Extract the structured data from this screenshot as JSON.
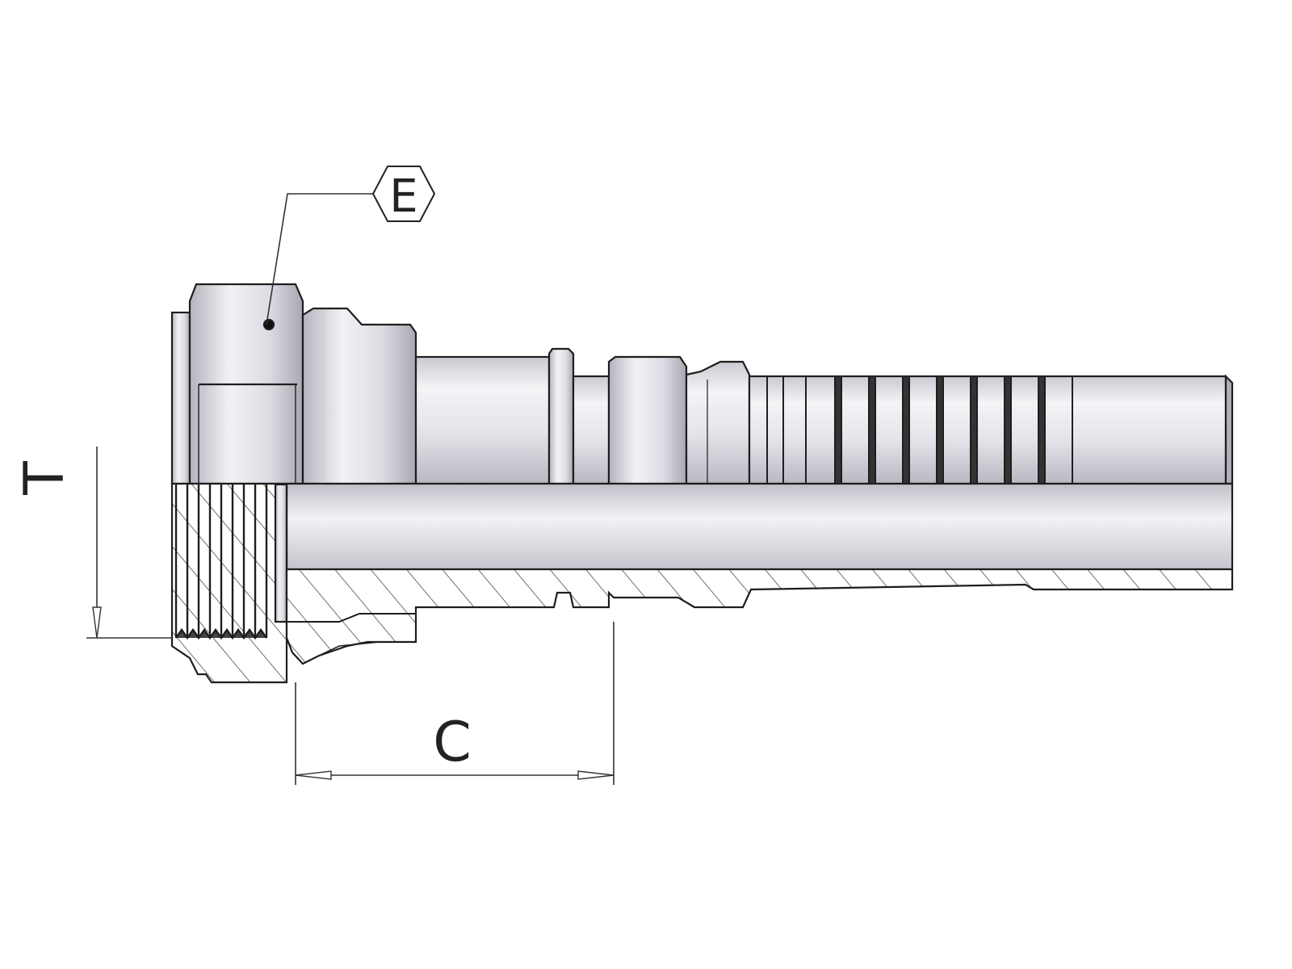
{
  "drawing": {
    "callout_e": "E",
    "dimension_t": "T",
    "dimension_c": "C"
  },
  "colors": {
    "metal_light": "#eeeef2",
    "metal_mid": "#d4d4dc",
    "metal_dark": "#9c9ca6",
    "outline": "#1e1e1e",
    "hatch": "#333333"
  }
}
